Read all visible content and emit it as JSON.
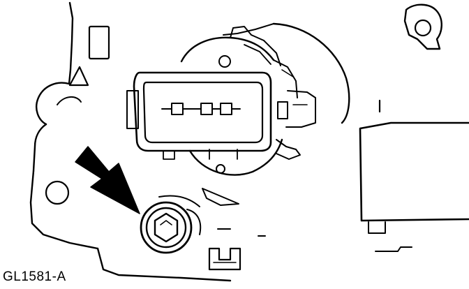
{
  "figure": {
    "caption": "GL1581-A",
    "components": [
      {
        "name": "electrical-connector",
        "pins": 3
      },
      {
        "name": "sensor-body"
      },
      {
        "name": "hex-bolt"
      },
      {
        "name": "indicator-arrow"
      },
      {
        "name": "mounting-bracket"
      },
      {
        "name": "adjacent-module"
      }
    ],
    "colors": {
      "line": "#000000",
      "background": "#ffffff"
    }
  }
}
